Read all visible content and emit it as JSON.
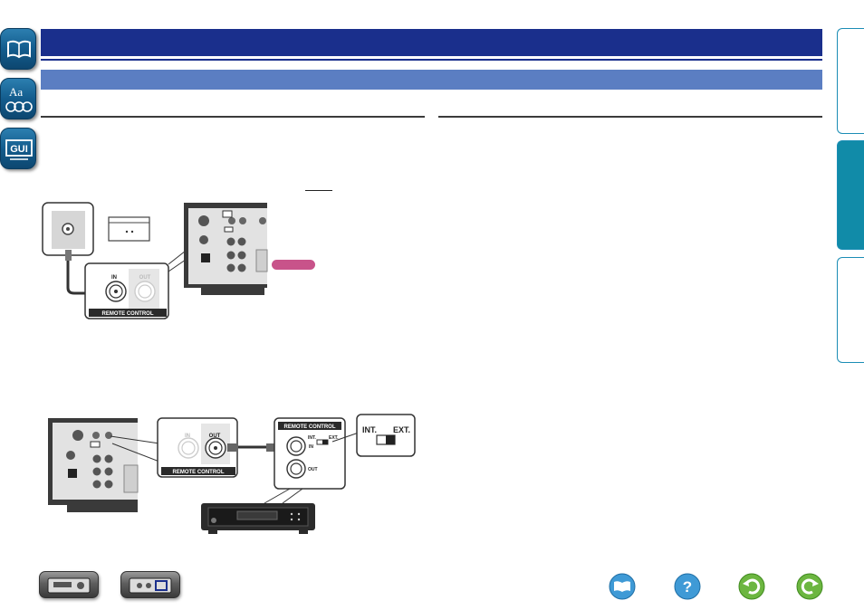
{
  "left_nav": [
    {
      "name": "contents-icon",
      "label": ""
    },
    {
      "name": "index-icon",
      "label": "Aa"
    },
    {
      "name": "gui-icon",
      "label": "GUI"
    }
  ],
  "diagram_top": {
    "jack_in": "IN",
    "jack_out": "OUT",
    "panel_label": "REMOTE CONTROL"
  },
  "diagram_bottom": {
    "jack_in": "IN",
    "jack_out": "OUT",
    "panel_label": "REMOTE CONTROL",
    "side_panel_label": "REMOTE CONTROL",
    "side_int": "INT.",
    "side_ext": "EXT.",
    "side_in": "IN",
    "side_out": "OUT",
    "switch_int": "INT.",
    "switch_ext": "EXT."
  },
  "colors": {
    "header": "#1a2f8c",
    "subheader": "#5b7ec2",
    "tab_active": "#118ba8",
    "note": "#c8538a"
  }
}
